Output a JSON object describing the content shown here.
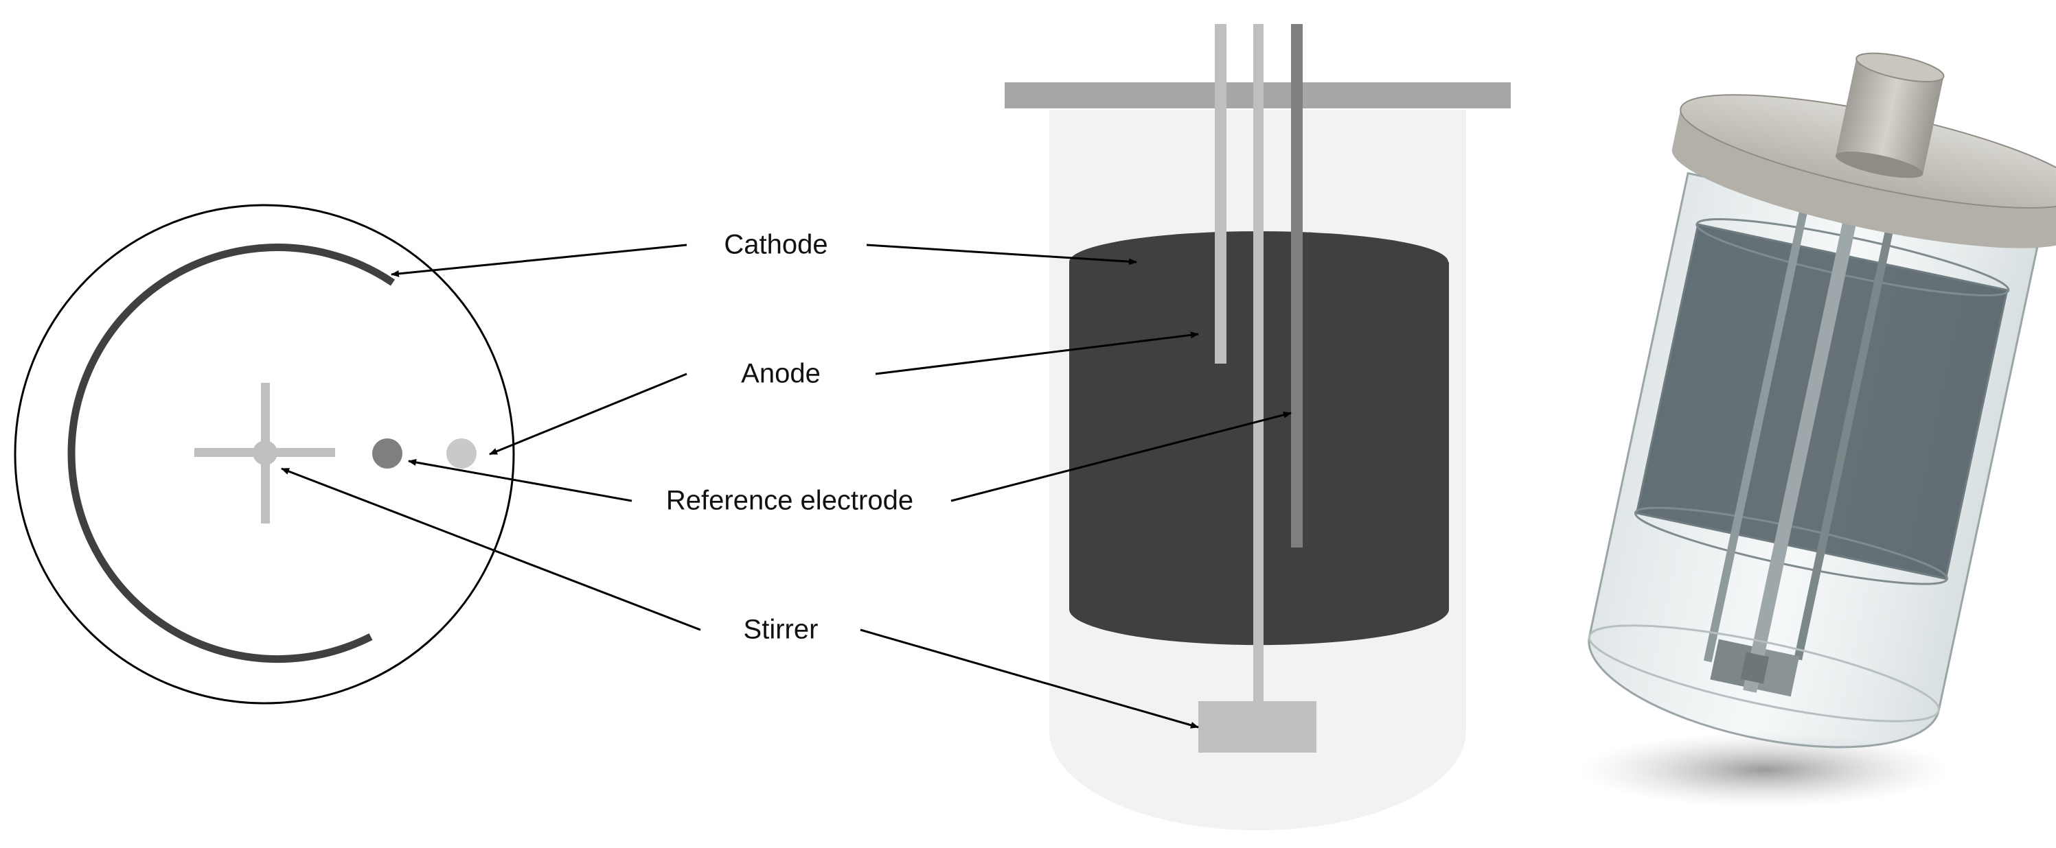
{
  "labels": {
    "cathode": "Cathode",
    "anode": "Anode",
    "reference": "Reference electrode",
    "stirrer": "Stirrer"
  },
  "colors": {
    "cathode": "#404040",
    "anode": "#bfbfbf",
    "reference": "#7f7f7f",
    "stirrer": "#bfbfbf",
    "vessel": "#f2f2f2",
    "lid": "#a6a6a6",
    "outline": "#000000"
  }
}
